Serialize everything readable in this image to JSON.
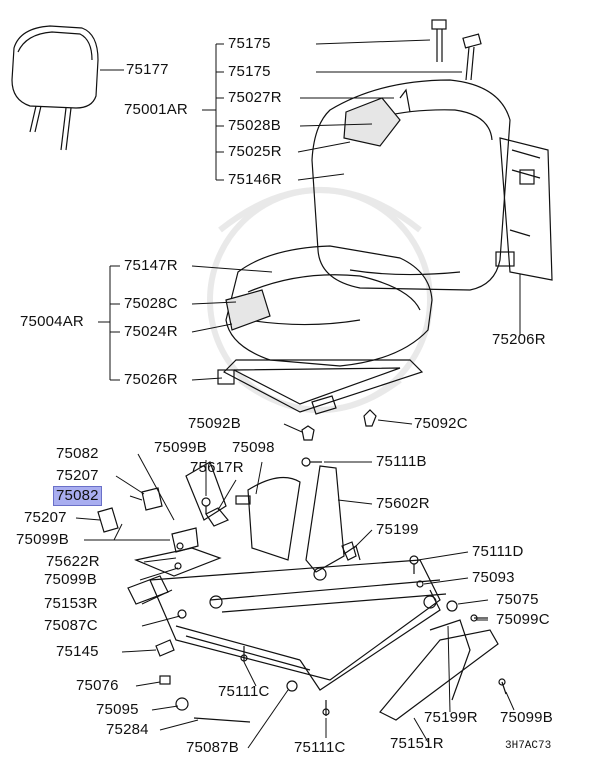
{
  "diagram_code": "3H7AC73",
  "highlighted_part": "75082",
  "labels": {
    "p75175a": "75175",
    "p75175b": "75175",
    "p75177": "75177",
    "p75001AR": "75001AR",
    "p75027R": "75027R",
    "p75028B": "75028B",
    "p75025R": "75025R",
    "p75146R": "75146R",
    "p75147R": "75147R",
    "p75028C": "75028C",
    "p75004AR": "75004AR",
    "p75024R": "75024R",
    "p75026R": "75026R",
    "p75206R": "75206R",
    "p75092B": "75092B",
    "p75092C": "75092C",
    "p75082a": "75082",
    "p75099Ba": "75099B",
    "p75098": "75098",
    "p75207a": "75207",
    "p75617R": "75617R",
    "p75111Ba": "75111B",
    "p75082b": "75082",
    "p75602R": "75602R",
    "p75207b": "75207",
    "p75099Bb": "75099B",
    "p75199": "75199",
    "p75622R": "75622R",
    "p75111D": "75111D",
    "p75099Bc": "75099B",
    "p75093": "75093",
    "p75153R": "75153R",
    "p75075": "75075",
    "p75087C": "75087C",
    "p75099C": "75099C",
    "p75145": "75145",
    "p75076": "75076",
    "p75111Ca": "75111C",
    "p75095": "75095",
    "p75199R": "75199R",
    "p75099Bd": "75099B",
    "p75284": "75284",
    "p75087B": "75087B",
    "p75111Cb": "75111C",
    "p75151R": "75151R"
  }
}
